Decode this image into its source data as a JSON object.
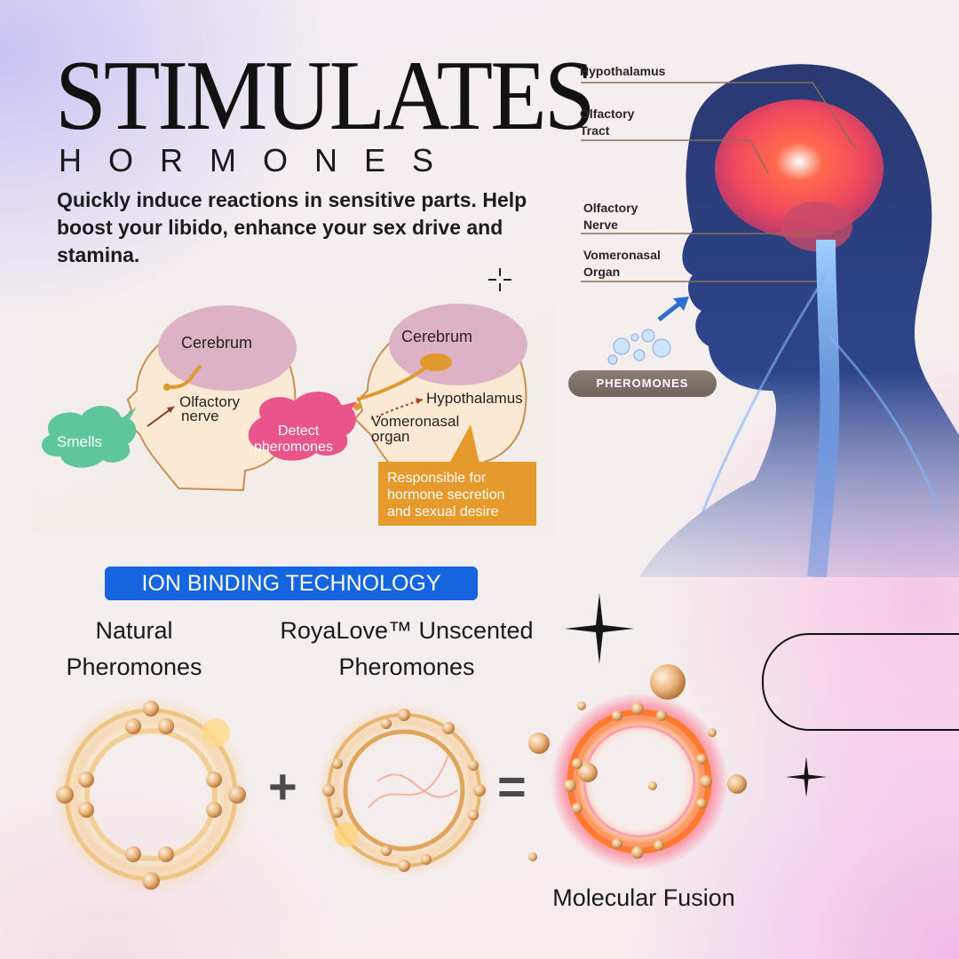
{
  "header": {
    "title": "STIMULATES",
    "subtitle": "HORMONES",
    "description": "Quickly induce reactions in sensitive  parts. Help boost your libido,  enhance your sex drive and stamina."
  },
  "diagram": {
    "left_head": {
      "region": "Cerebrum",
      "nerve": "Olfactory nerve",
      "bubble": "Smells"
    },
    "right_head": {
      "region": "Cerebrum",
      "target": "Hypothalamus",
      "organ": "Vomeronasal organ",
      "bubble": "Detect pheromones",
      "callout": "Responsible for hormone secretion and sexual desire"
    }
  },
  "brain_labels": {
    "hypothalamus": "Hypothalamus",
    "olfactory_tract": "Olfactory Tract",
    "olfactory_nerve": "Olfactory Nerve",
    "vomeronasal_organ": "Vomeronasal Organ",
    "pheromones_badge": "PHEROMONES"
  },
  "ion_section": {
    "badge": "ION BINDING TECHNOLOGY",
    "natural_label": "Natural Pheromones",
    "roya_label": "RoyaLove™ Unscented Pheromones",
    "plus": "+",
    "equals": "=",
    "result_label": "Molecular Fusion"
  },
  "colors": {
    "badge_blue": "#1565e0",
    "callout_orange": "#e79a2c",
    "smells_green": "#5ec69a",
    "detect_pink": "#e9548a",
    "cerebrum_pink": "#dcb2c4",
    "ring_gold": "#e9b46b"
  }
}
